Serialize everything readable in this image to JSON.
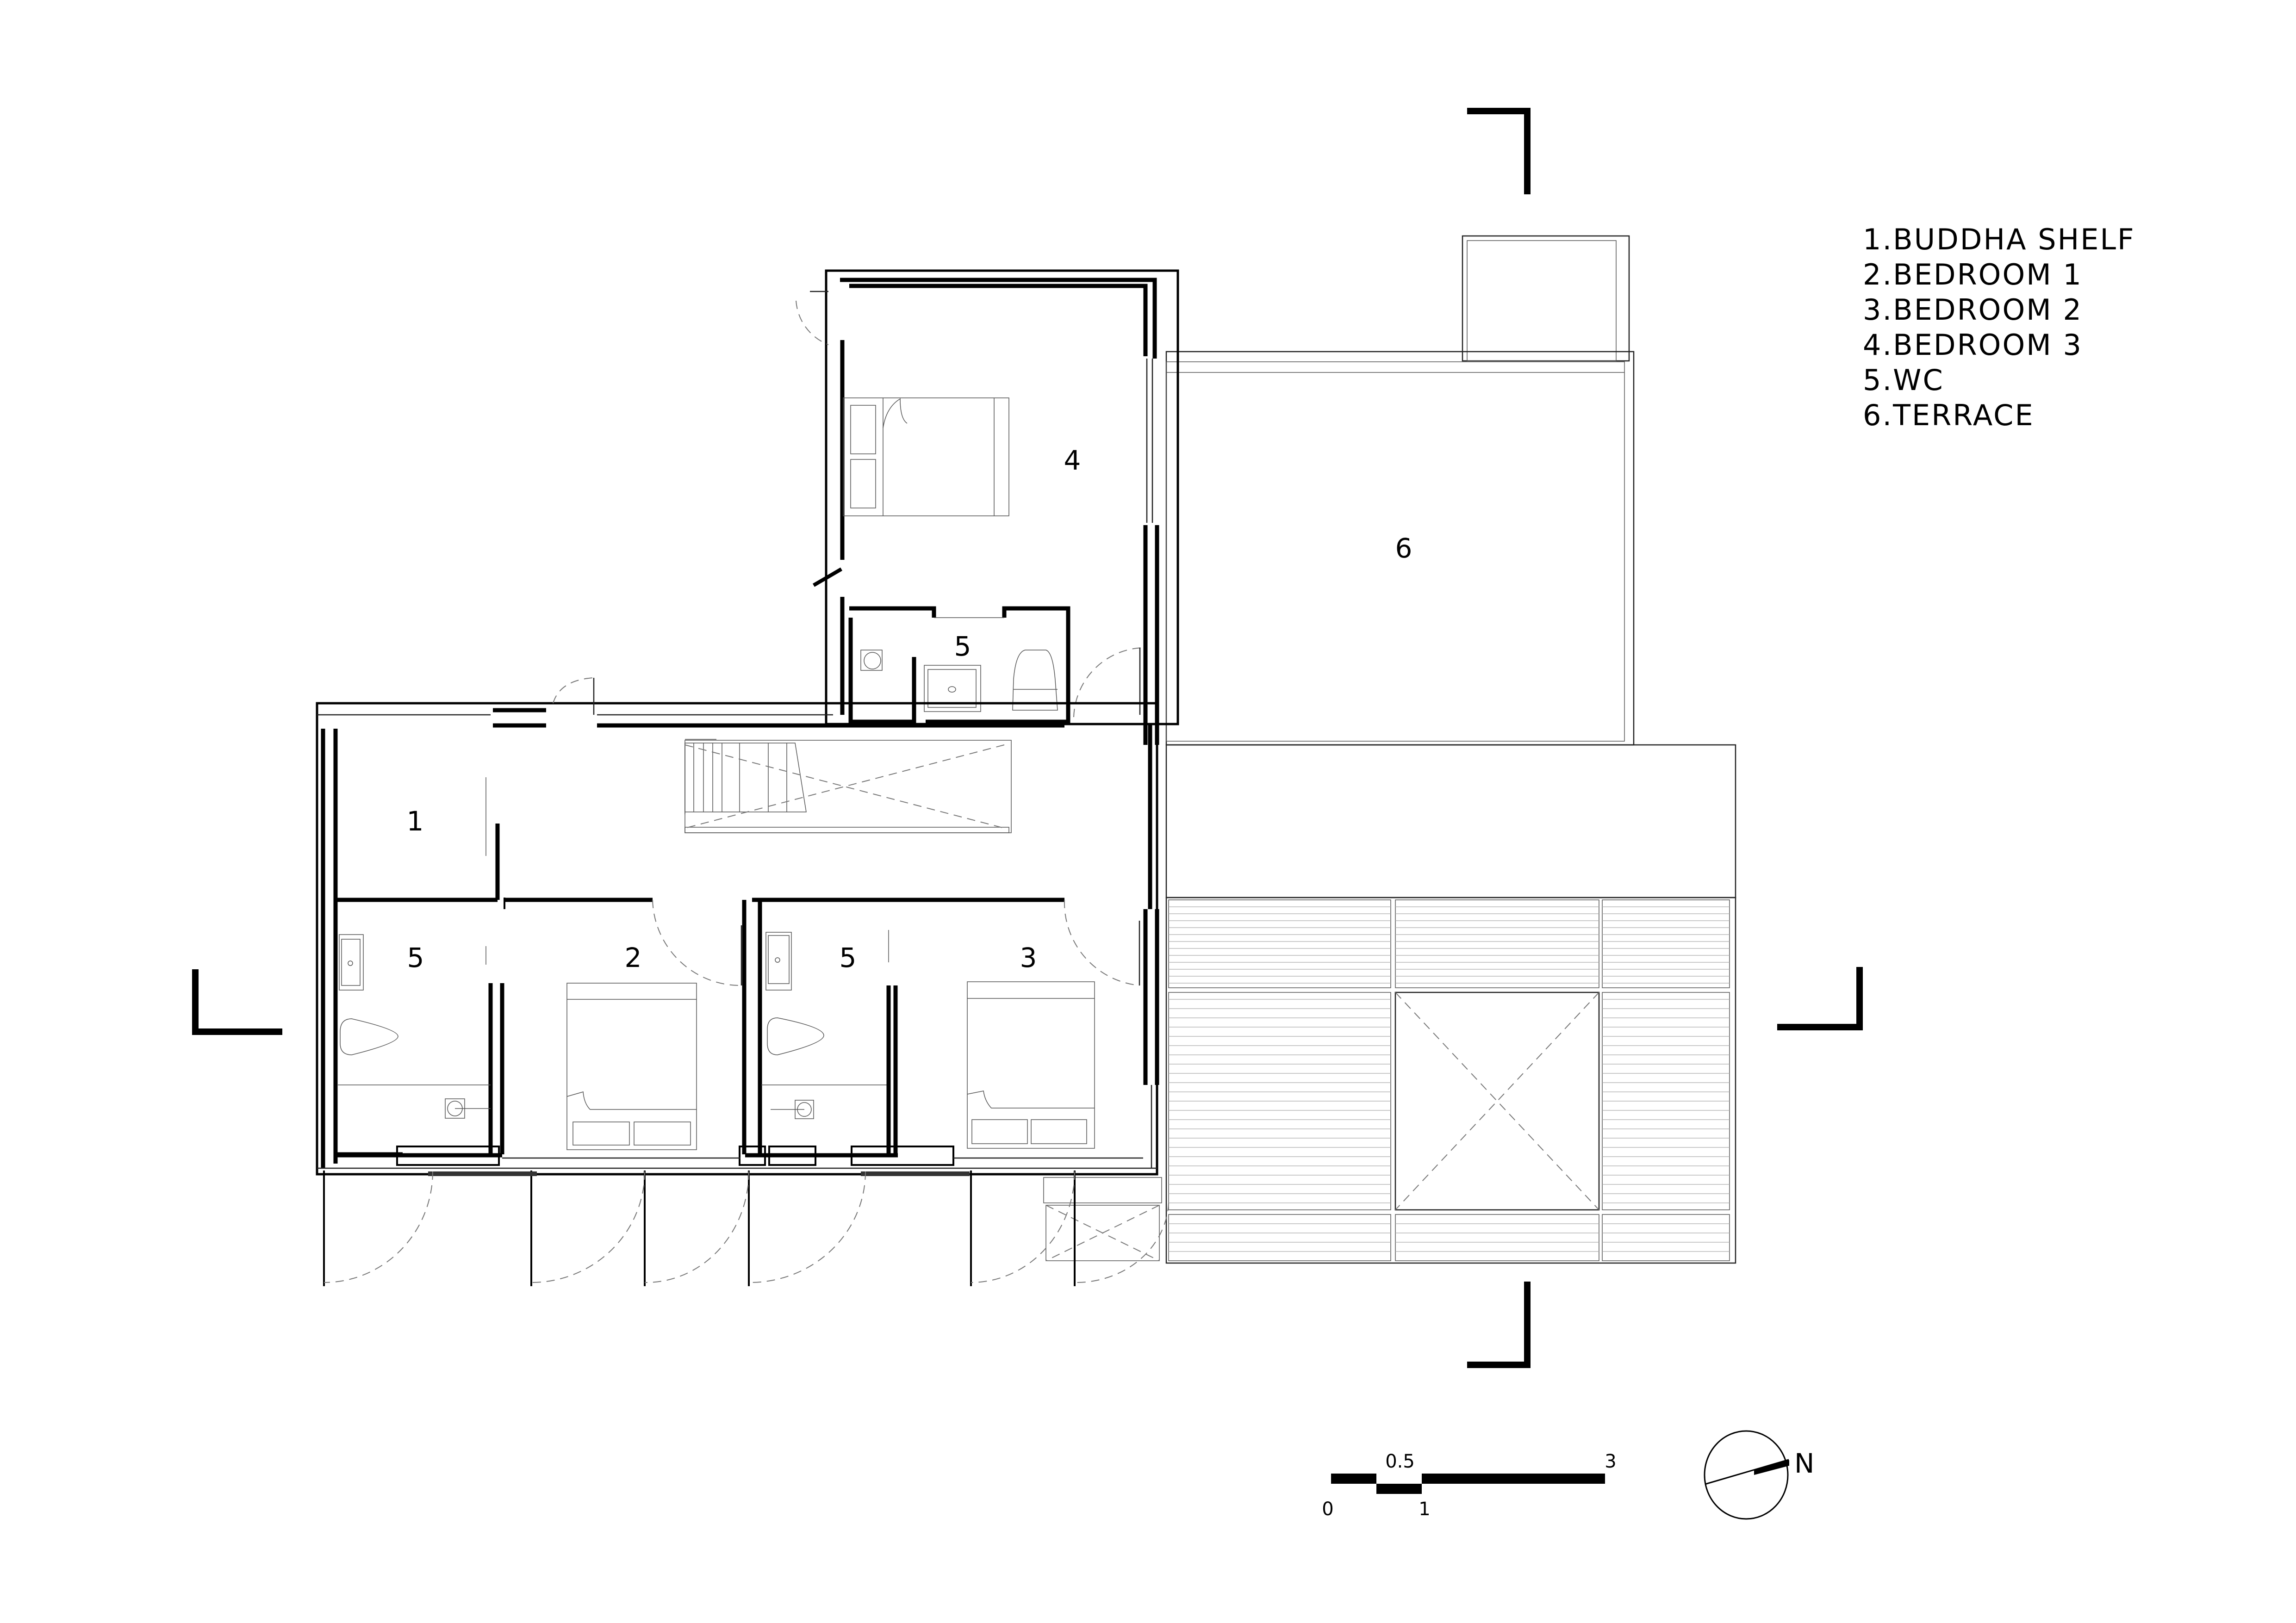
{
  "drawing": {
    "type": "floor plan",
    "legend": [
      {
        "number": "1",
        "label": "1.BUDDHA SHELF"
      },
      {
        "number": "2",
        "label": "2.BEDROOM 1"
      },
      {
        "number": "3",
        "label": "3.BEDROOM 2"
      },
      {
        "number": "4",
        "label": "4.BEDROOM 3"
      },
      {
        "number": "5",
        "label": "5.WC"
      },
      {
        "number": "6",
        "label": "6.TERRACE"
      }
    ],
    "room_tags": {
      "buddha_shelf": "1",
      "bedroom_1": "2",
      "bedroom_2": "3",
      "bedroom_3": "4",
      "wc_upper": "5",
      "wc_left": "5",
      "wc_middle": "5",
      "terrace": "6"
    },
    "scale_bar": {
      "labels_top": [
        "0.5",
        "3"
      ],
      "labels_bottom": [
        "0",
        "1"
      ]
    },
    "north_arrow": {
      "label": "N"
    },
    "colors": {
      "ink": "#000000",
      "paper": "#ffffff",
      "fine_line": "#555555",
      "deck_line": "#aaaaaa"
    }
  }
}
